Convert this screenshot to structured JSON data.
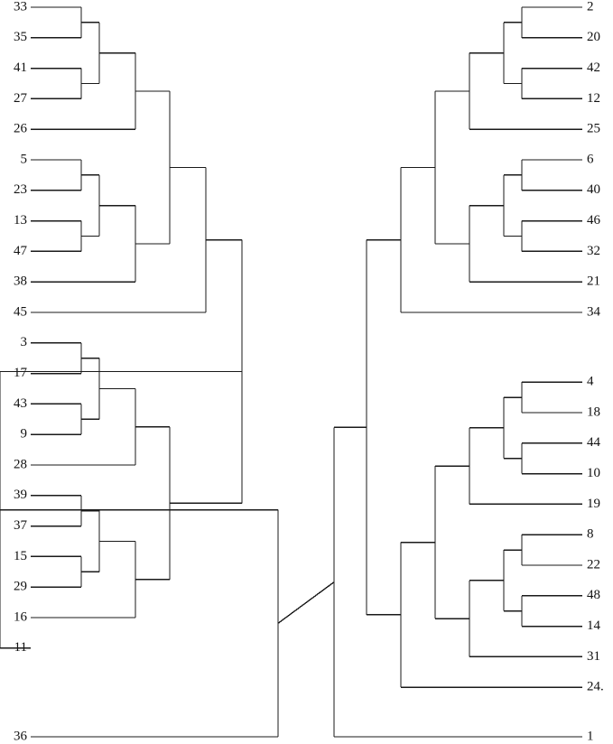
{
  "dendrogram": {
    "left_tree": {
      "children": [
        {
          "children": [
            {
              "children": [
                {
                  "children": [
                    {
                      "children": [
                        {
                          "children": [
                            {
                              "children": [
                                {
                                  "label": "33"
                                },
                                {
                                  "label": "35"
                                }
                              ]
                            },
                            {
                              "children": [
                                {
                                  "label": "41"
                                },
                                {
                                  "label": "27"
                                }
                              ]
                            }
                          ]
                        },
                        {
                          "label": "26"
                        }
                      ]
                    },
                    {
                      "children": [
                        {
                          "children": [
                            {
                              "children": [
                                {
                                  "label": "5"
                                },
                                {
                                  "label": "23"
                                }
                              ]
                            },
                            {
                              "children": [
                                {
                                  "label": "13"
                                },
                                {
                                  "label": "47"
                                }
                              ]
                            }
                          ]
                        },
                        {
                          "label": "38"
                        }
                      ]
                    }
                  ]
                },
                {
                  "label": "45"
                }
              ]
            },
            {
              "children": [
                {
                  "children": [
                    {
                      "children": [
                        {
                          "children": [
                            {
                              "label": "3"
                            },
                            {
                              "label": "17"
                            }
                          ]
                        },
                        {
                          "children": [
                            {
                              "label": "43"
                            },
                            {
                              "label": "9"
                            }
                          ]
                        }
                      ]
                    },
                    {
                      "label": "28"
                    }
                  ]
                },
                {
                  "children": [
                    {
                      "children": [
                        {
                          "children": [
                            {
                              "label": "39"
                            },
                            {
                              "label": "37"
                            }
                          ]
                        },
                        {
                          "children": [
                            {
                              "label": "15"
                            },
                            {
                              "label": "29"
                            }
                          ]
                        }
                      ]
                    },
                    {
                      "label": "16"
                    }
                  ]
                }
              ]
            }
          ]
        },
        {
          "label": "11"
        }
      ]
    },
    "left_outlier": {
      "label": "36"
    },
    "right_tree": {
      "children": [
        {
          "children": [
            {
              "children": [
                {
                  "children": [
                    {
                      "children": [
                        {
                          "label": "2"
                        },
                        {
                          "label": "20"
                        }
                      ]
                    },
                    {
                      "children": [
                        {
                          "label": "42"
                        },
                        {
                          "label": "12"
                        }
                      ]
                    }
                  ]
                },
                {
                  "label": "25"
                }
              ]
            },
            {
              "children": [
                {
                  "children": [
                    {
                      "children": [
                        {
                          "label": "6"
                        },
                        {
                          "label": "40"
                        }
                      ]
                    },
                    {
                      "children": [
                        {
                          "label": "46"
                        },
                        {
                          "label": "32"
                        }
                      ]
                    }
                  ]
                },
                {
                  "label": "21"
                }
              ]
            }
          ]
        },
        {
          "label": "34"
        }
      ]
    },
    "right_tree_lower": {
      "children": [
        {
          "children": [
            {
              "children": [
                {
                  "children": [
                    {
                      "children": [
                        {
                          "label": "4"
                        },
                        {
                          "label": "18"
                        }
                      ]
                    },
                    {
                      "children": [
                        {
                          "label": "44"
                        },
                        {
                          "label": "10"
                        }
                      ]
                    }
                  ]
                },
                {
                  "label": "19"
                }
              ]
            },
            {
              "children": [
                {
                  "children": [
                    {
                      "children": [
                        {
                          "label": "8"
                        },
                        {
                          "label": "22"
                        }
                      ]
                    },
                    {
                      "children": [
                        {
                          "label": "48"
                        },
                        {
                          "label": "14"
                        }
                      ]
                    }
                  ]
                },
                {
                  "label": "31"
                }
              ]
            }
          ]
        },
        {
          "label": "24."
        }
      ]
    },
    "right_outlier": {
      "label": "1"
    },
    "line_color": "#1a1a1a"
  }
}
